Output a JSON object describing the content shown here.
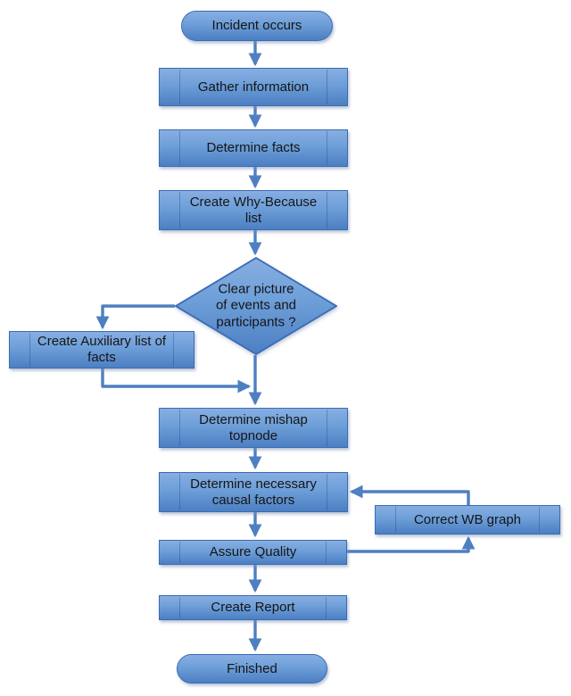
{
  "diagram": {
    "title": "Why-Because Analysis process flowchart",
    "background_color": "#FFFFFF"
  },
  "style": {
    "node_fill_top": "#87AEE2",
    "node_fill_mid": "#6FA0D9",
    "node_fill_bottom": "#4C7FC3",
    "node_border": "#3A6CB4",
    "arrow_color": "#4E7FC1",
    "text_color": "#151515"
  },
  "nodes": {
    "start": {
      "type": "terminator",
      "label": "Incident occurs"
    },
    "gather": {
      "type": "process",
      "label": "Gather information"
    },
    "facts": {
      "type": "process",
      "label": "Determine facts"
    },
    "wblist": {
      "type": "process",
      "label": "Create Why-Because list"
    },
    "decision": {
      "type": "decision",
      "label": "Clear picture of events and participants ?"
    },
    "aux": {
      "type": "process",
      "label": "Create Auxiliary list of facts"
    },
    "topnode": {
      "type": "process",
      "label": "Determine mishap topnode"
    },
    "causal": {
      "type": "process",
      "label": "Determine necessary causal factors"
    },
    "correct": {
      "type": "process",
      "label": "Correct WB graph"
    },
    "quality": {
      "type": "process",
      "label": "Assure Quality"
    },
    "report": {
      "type": "process",
      "label": "Create Report"
    },
    "finish": {
      "type": "terminator",
      "label": "Finished"
    }
  },
  "edges": [
    {
      "from": "start",
      "to": "gather"
    },
    {
      "from": "gather",
      "to": "facts"
    },
    {
      "from": "facts",
      "to": "wblist"
    },
    {
      "from": "wblist",
      "to": "decision"
    },
    {
      "from": "decision",
      "to": "aux"
    },
    {
      "from": "aux",
      "to": "topnode"
    },
    {
      "from": "decision",
      "to": "topnode"
    },
    {
      "from": "topnode",
      "to": "causal"
    },
    {
      "from": "causal",
      "to": "quality"
    },
    {
      "from": "quality",
      "to": "correct"
    },
    {
      "from": "correct",
      "to": "causal"
    },
    {
      "from": "quality",
      "to": "report"
    },
    {
      "from": "report",
      "to": "finish"
    }
  ]
}
